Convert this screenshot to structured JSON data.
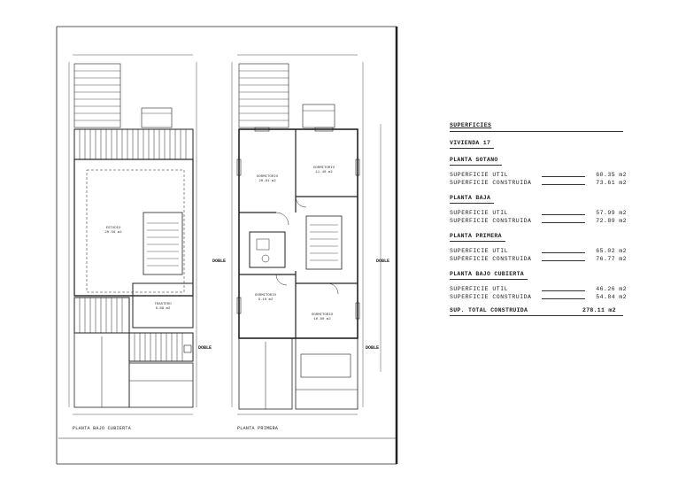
{
  "plans": {
    "left_title": "PLANTA BAJO CUBIERTA",
    "right_title": "PLANTA PRIMERA",
    "left_rooms": [
      {
        "name": "ESTUDIO",
        "area": "20.56 m2"
      },
      {
        "name": "TRASTERO",
        "area": "6.89 m2"
      }
    ],
    "right_rooms": [
      {
        "name": "DORMITORIO",
        "area": "20.81 m2"
      },
      {
        "name": "DORMITORIO",
        "area": "11.40 m2"
      },
      {
        "name": "DORMITORIO",
        "area": "9.10 m2"
      },
      {
        "name": "DORMITORIO",
        "area": "10.60 m2"
      }
    ],
    "tags": [
      "DOBLE",
      "DOBLE",
      "DOBLE",
      "DOBLE"
    ]
  },
  "surfaces": {
    "title": "SUPERFICIES",
    "dwelling": "VIVIENDA 17",
    "floors": [
      {
        "name": "PLANTA SOTANO",
        "util_label": "SUPERFICIE UTIL",
        "util": "60.35",
        "built_label": "SUPERFICIE CONSTRUIDA",
        "built": "73.61",
        "unit": "m2"
      },
      {
        "name": "PLANTA BAJA",
        "util_label": "SUPERFICIE UTIL",
        "util": "57.99",
        "built_label": "SUPERFICIE CONSTRUIDA",
        "built": "72.89",
        "unit": "m2"
      },
      {
        "name": "PLANTA PRIMERA",
        "util_label": "SUPERFICIE UTIL",
        "util": "65.02",
        "built_label": "SUPERFICIE CONSTRUIDA",
        "built": "76.77",
        "unit": "m2"
      },
      {
        "name": "PLANTA BAJO CUBIERTA",
        "util_label": "SUPERFICIE UTIL",
        "util": "46.26",
        "built_label": "SUPERFICIE CONSTRUIDA",
        "built": "54.84",
        "unit": "m2"
      }
    ],
    "total_label": "SUP. TOTAL CONSTRUIDA",
    "total_value": "278.11 m2"
  }
}
